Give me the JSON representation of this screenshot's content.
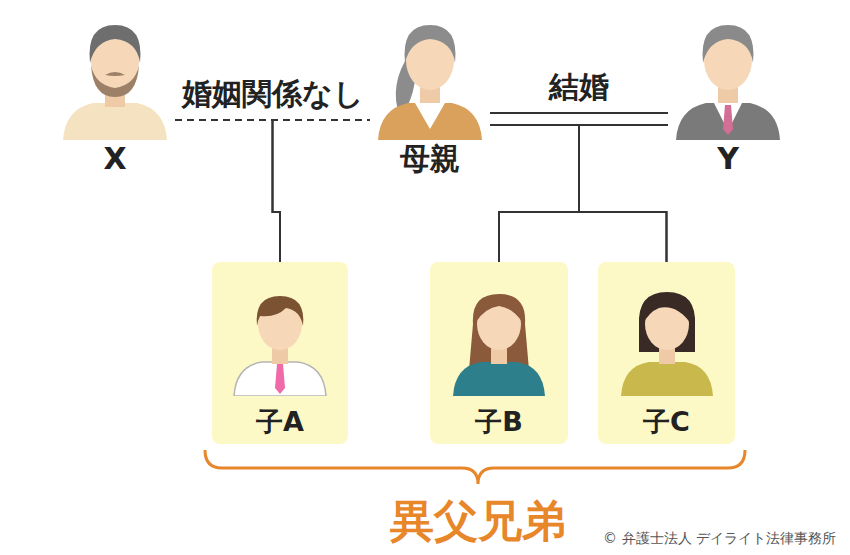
{
  "diagram": {
    "nodes": [
      {
        "text": [
          "X"
        ]
      },
      {
        "text": [
          "母親"
        ]
      },
      {
        "text": [
          "Y"
        ]
      },
      {
        "text": [
          "子A"
        ]
      },
      {
        "text": [
          "子B"
        ]
      },
      {
        "text": [
          "子C"
        ]
      }
    ],
    "edges": [
      {
        "from": 0,
        "to": 1,
        "label": "婚姻関係なし",
        "arrow": "none"
      },
      {
        "from": 1,
        "to": 2,
        "label": "結婚",
        "arrow": "none"
      },
      {
        "from": 0,
        "to": 3,
        "arrow": "none"
      },
      {
        "from": 1,
        "to": 3,
        "arrow": "none"
      },
      {
        "from": 1,
        "to": 4,
        "arrow": "none"
      },
      {
        "from": 2,
        "to": 4,
        "arrow": "none"
      },
      {
        "from": 1,
        "to": 5,
        "arrow": "none"
      },
      {
        "from": 2,
        "to": 5,
        "arrow": "none"
      }
    ],
    "labels": [
      "異父兄弟",
      "© 弁護士法人 デイライト法律事務所"
    ]
  }
}
